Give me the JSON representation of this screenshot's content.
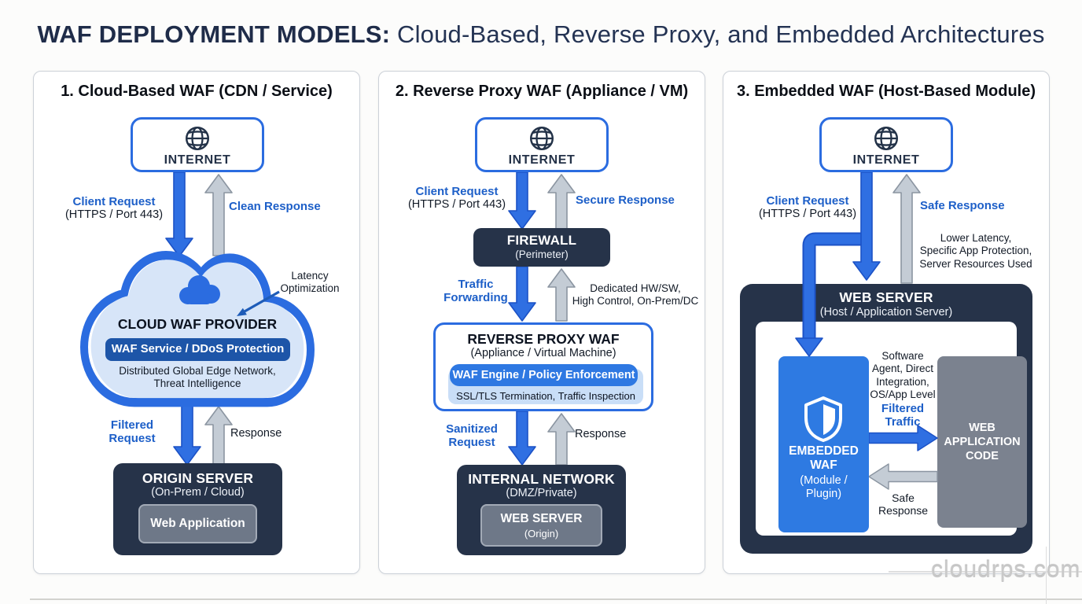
{
  "title": {
    "bold": "WAF DEPLOYMENT MODELS:",
    "regular": " Cloud-Based, Reverse Proxy, and Embedded Architectures"
  },
  "watermark": "cloudrps.com",
  "colors": {
    "accent_blue": "#2b6ce0",
    "label_blue": "#1d5fc8",
    "dark_navy": "#263349",
    "arrow_blue": "#2f6fe2",
    "arrow_gray": "#c4ccd5",
    "cloud_fill": "#d7e5f8",
    "pill_dark_blue": "#1d55a8",
    "pill_bright_blue": "#2e78e2",
    "inner_gray": "#6e7888",
    "embedded_blue": "#2e7ae2",
    "app_gray": "#7b828f"
  },
  "panel1": {
    "heading": "1. Cloud-Based WAF (CDN / Service)",
    "internet_label": "INTERNET",
    "client_request": "Client Request",
    "client_request_sub": "(HTTPS / Port 443)",
    "clean_response": "Clean Response",
    "latency_note": "Latency\nOptimization",
    "cloud_title": "CLOUD WAF PROVIDER",
    "cloud_pill": "WAF Service / DDoS Protection",
    "cloud_desc": "Distributed Global Edge Network,\nThreat Intelligence",
    "filtered_request": "Filtered\nRequest",
    "response": "Response",
    "origin_title": "ORIGIN SERVER",
    "origin_sub": "(On-Prem / Cloud)",
    "origin_inner": "Web Application"
  },
  "panel2": {
    "heading": "2. Reverse Proxy WAF (Appliance / VM)",
    "internet_label": "INTERNET",
    "client_request": "Client Request",
    "client_request_sub": "(HTTPS / Port 443)",
    "secure_response": "Secure Response",
    "firewall_title": "FIREWALL",
    "firewall_sub": "(Perimeter)",
    "traffic_forwarding": "Traffic\nForwarding",
    "dedicated_note": "Dedicated HW/SW,\nHigh Control, On-Prem/DC",
    "proxy_title": "REVERSE PROXY WAF",
    "proxy_sub": "(Appliance / Virtual Machine)",
    "proxy_pill": "WAF Engine / Policy Enforcement",
    "proxy_inner_sub": "SSL/TLS Termination, Traffic Inspection",
    "sanitized_request": "Sanitized\nRequest",
    "response": "Response",
    "network_title": "INTERNAL NETWORK",
    "network_sub": "(DMZ/Private)",
    "network_inner_title": "WEB SERVER",
    "network_inner_sub": "(Origin)"
  },
  "panel3": {
    "heading": "3. Embedded WAF (Host-Based Module)",
    "internet_label": "INTERNET",
    "client_request": "Client Request",
    "client_request_sub": "(HTTPS / Port 443)",
    "safe_response": "Safe Response",
    "benefits_note": "Lower Latency,\nSpecific App Protection,\nServer Resources Used",
    "server_title": "WEB SERVER",
    "server_sub": "(Host / Application Server)",
    "embedded_title": "EMBEDDED\nWAF",
    "embedded_sub": "(Module /\nPlugin)",
    "integration_note": "Software\nAgent, Direct\nIntegration,\nOS/App Level",
    "filtered_traffic": "Filtered\nTraffic",
    "app_code": "WEB\nAPPLICATION\nCODE",
    "safe_response_inner": "Safe\nResponse"
  }
}
